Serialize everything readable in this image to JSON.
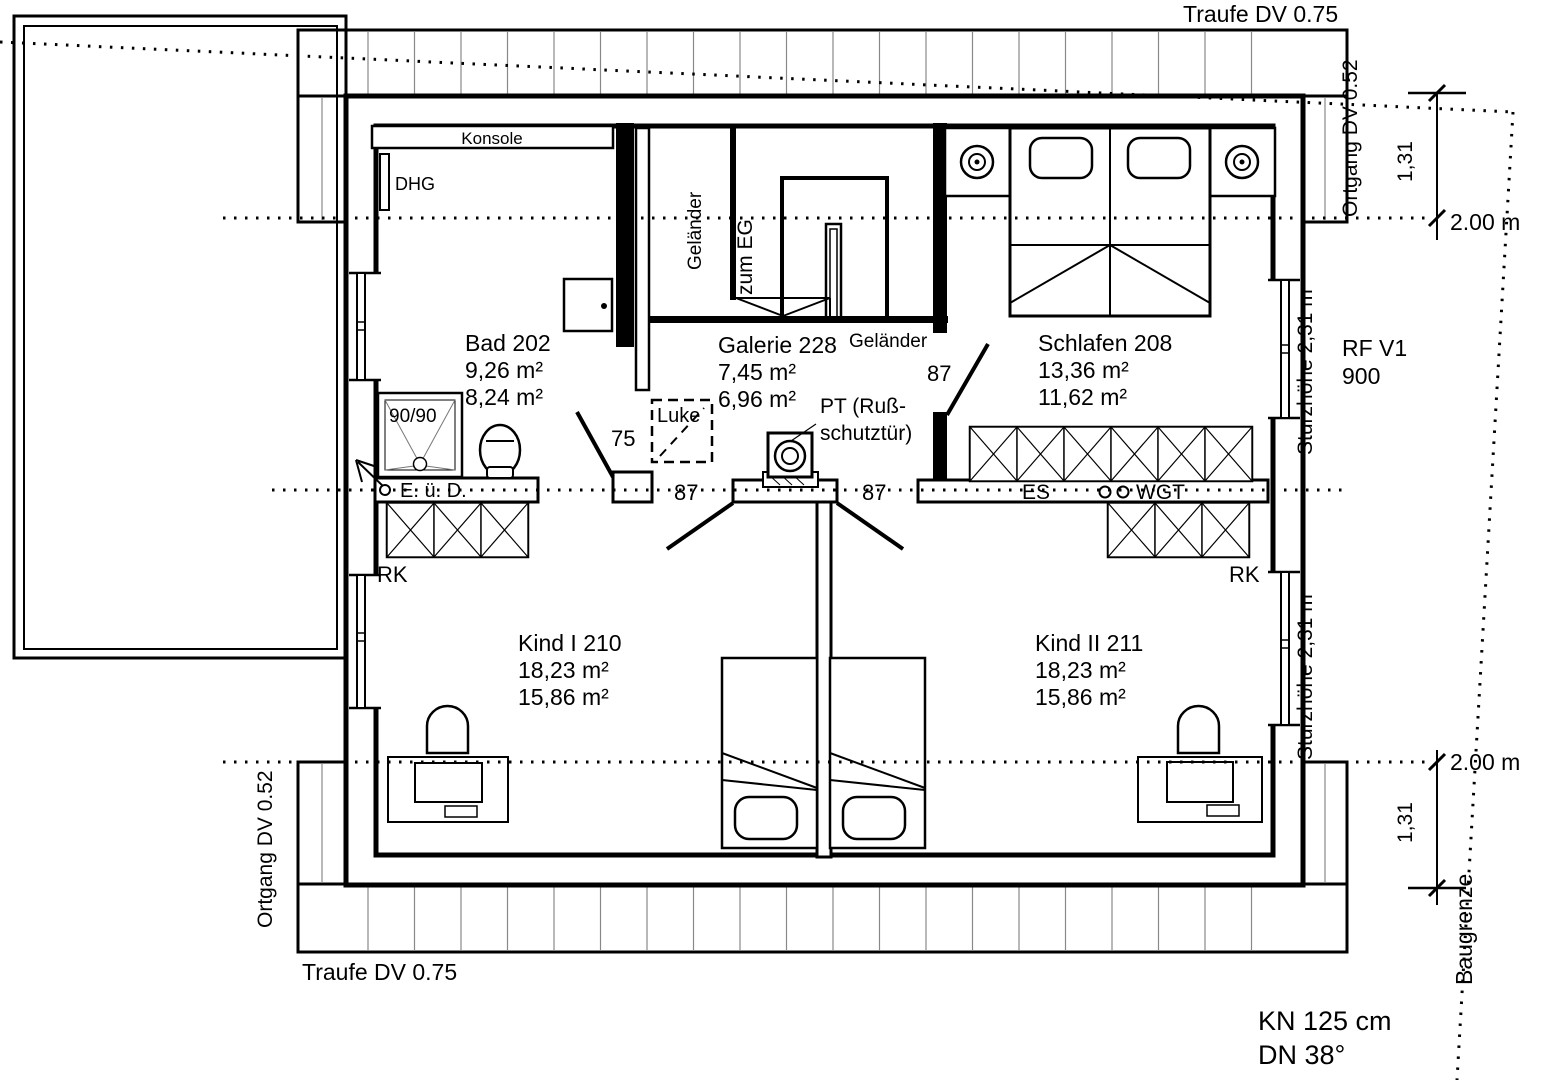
{
  "plan": {
    "rooms": [
      {
        "name": "Bad 202",
        "area_living": "9,26 m²",
        "area_usable": "8,24 m²"
      },
      {
        "name": "Galerie 228",
        "area_living": "7,45 m²",
        "area_usable": "6,96 m²"
      },
      {
        "name": "Schlafen 208",
        "area_living": "13,36 m²",
        "area_usable": "11,62 m²"
      },
      {
        "name": "Kind I 210",
        "area_living": "18,23 m²",
        "area_usable": "15,86 m²"
      },
      {
        "name": "Kind II 211",
        "area_living": "18,23 m²",
        "area_usable": "15,86 m²"
      }
    ],
    "roof": {
      "traufe_top": "Traufe DV 0.75",
      "traufe_bottom": "Traufe DV 0.75",
      "ortgang_right": "Ortgang DV 0.52",
      "ortgang_left": "Ortgang DV 0.52",
      "kn": "KN 125 cm",
      "dn": "DN 38°",
      "rf_line1": "RF V1",
      "rf_line2": "900",
      "sturzhoehe_top": "Sturzhöhe 2,31 m",
      "sturzhoehe_bottom": "Sturzhöhe 2,31 m",
      "baugrenze": "Baugrenze"
    },
    "dimensions": {
      "offset_top": "1,31",
      "offset_bottom": "1,31",
      "height_line_top": "2.00 m",
      "height_line_bottom": "2.00 m",
      "door_bad": "75",
      "door_schlafen": "87",
      "door_kind1": "87",
      "door_kind2": "87",
      "shower": "90/90"
    },
    "labels": {
      "konsole": "Konsole",
      "dhg": "DHG",
      "gelaender_vertical": "Geländer",
      "gelaender_horizontal": "Geländer",
      "zum_eg": "zum EG",
      "luke": "Luke",
      "pt_line1": "PT (Ruß-",
      "pt_line2": "schutztür)",
      "eud": "E. ü. D.",
      "es": "ES",
      "wgt": "WGT",
      "rk_left": "RK",
      "rk_right": "RK"
    }
  }
}
